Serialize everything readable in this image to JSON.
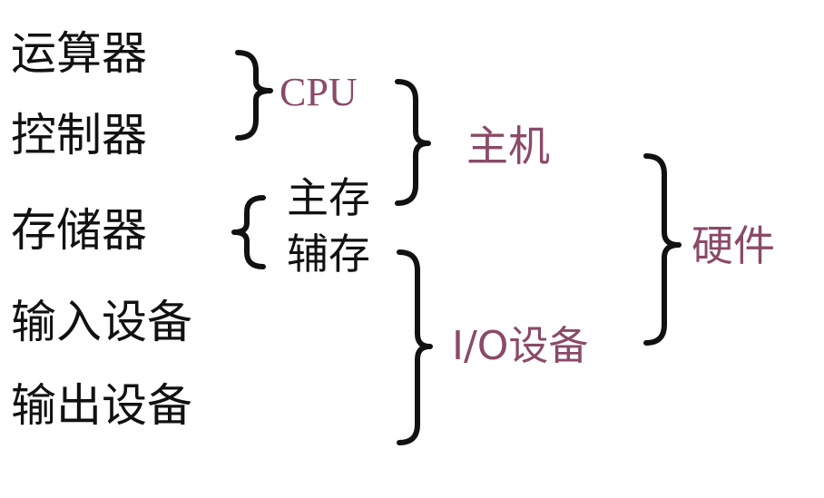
{
  "components": {
    "alu": "运算器",
    "control_unit": "控制器",
    "storage": "存储器",
    "input_device": "输入设备",
    "output_device": "输出设备"
  },
  "storage_types": {
    "main_memory": "主存",
    "secondary_storage": "辅存"
  },
  "groups": {
    "cpu": "CPU",
    "host": "主机",
    "io_devices": "I/O设备",
    "hardware": "硬件"
  },
  "colors": {
    "text": "#111111",
    "accent": "#8a4a68"
  }
}
